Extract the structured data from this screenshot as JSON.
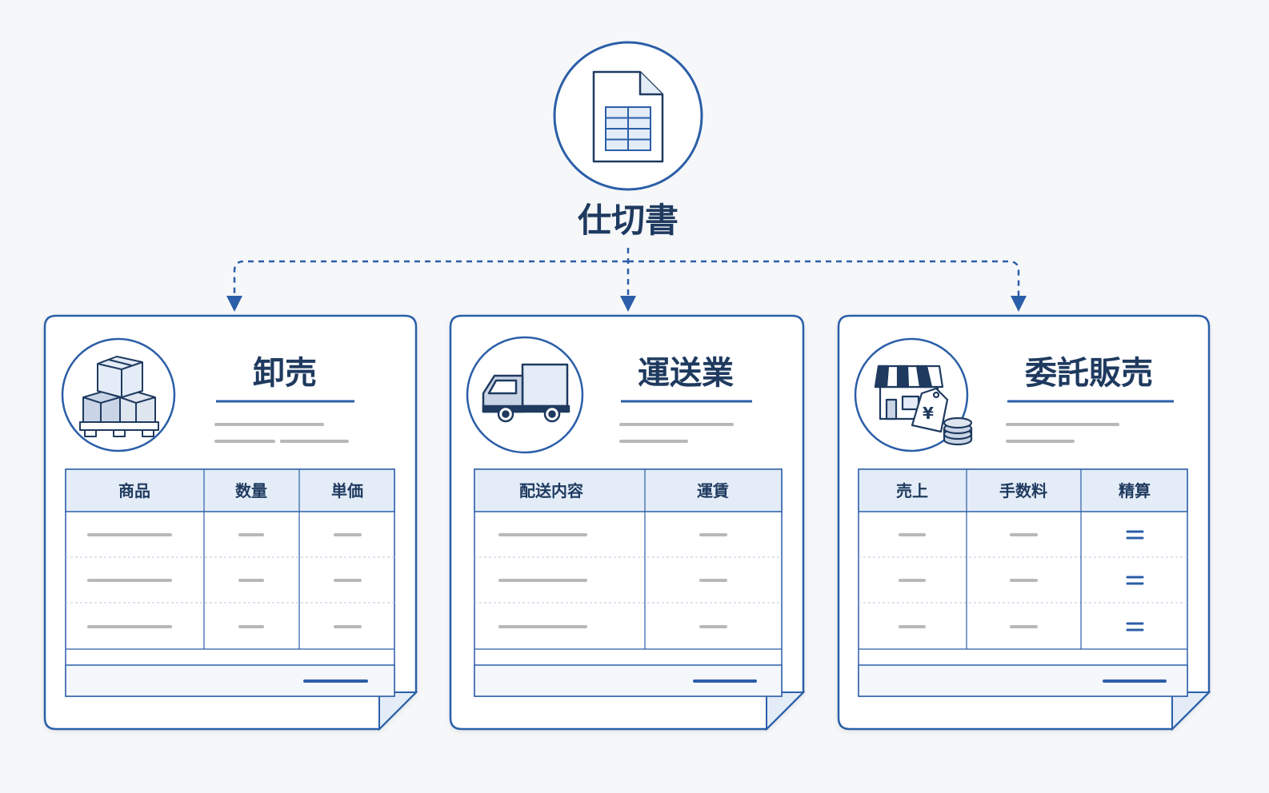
{
  "colors": {
    "primary": "#2b5ea8",
    "dark": "#1f3a5f",
    "header_fill": "#e3ecf7",
    "placeholder": "#b8b8b8",
    "background": "#f6f7f9"
  },
  "root": {
    "icon": "spreadsheet-document-icon",
    "title": "仕切書"
  },
  "cards": [
    {
      "icon": "stacked-boxes-pallet-icon",
      "title": "卸売",
      "columns": [
        "商品",
        "数量",
        "単価"
      ],
      "rows": 3
    },
    {
      "icon": "delivery-truck-icon",
      "title": "運送業",
      "columns": [
        "配送内容",
        "運賃"
      ],
      "rows": 3
    },
    {
      "icon": "storefront-price-tag-coins-icon",
      "title": "委託販売",
      "columns": [
        "売上",
        "手数料",
        "精算"
      ],
      "rows": 3
    }
  ]
}
